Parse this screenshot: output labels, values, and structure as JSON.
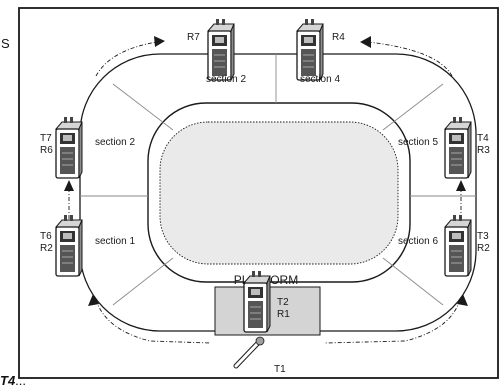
{
  "fragments": {
    "left_top": "S",
    "bottom_left": "T4",
    "bottom_left_suffix": "..."
  },
  "sections": {
    "top_left": "section 2",
    "top_right": "section 4",
    "left_upper": "section 2",
    "left_lower": "section 1",
    "right_upper": "section 5",
    "right_lower": "section 6"
  },
  "platform_label": "PLATFORM",
  "devices": {
    "top_left": {
      "label": "R7"
    },
    "top_right": {
      "label": "R4"
    },
    "left_upper": {
      "line1": "T7",
      "line2": "R6"
    },
    "left_lower": {
      "line1": "T6",
      "line2": "R2"
    },
    "right_upper": {
      "line1": "T4",
      "line2": "R3"
    },
    "right_lower": {
      "line1": "T3",
      "line2": "R2"
    },
    "platform": {
      "line1": "T2",
      "line2": "R1"
    }
  },
  "handheld": {
    "label": "T1"
  }
}
